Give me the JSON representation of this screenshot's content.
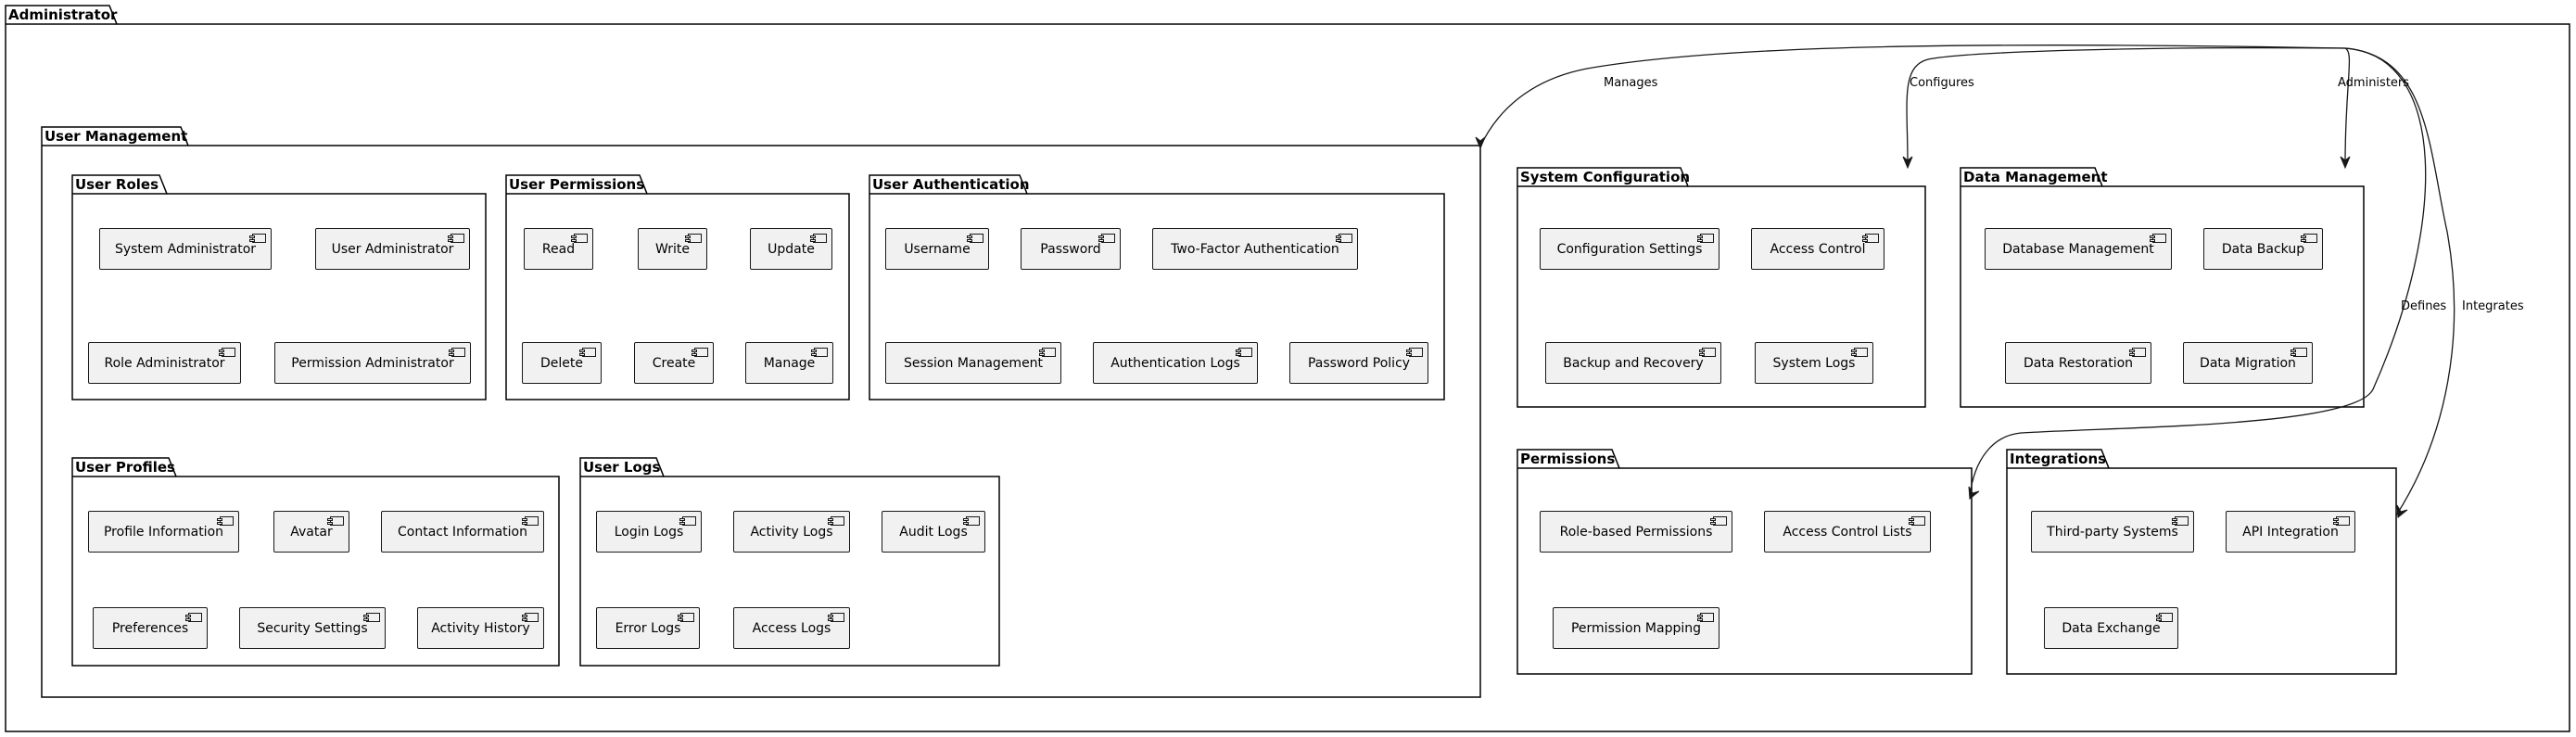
{
  "root": {
    "title": "Administrator"
  },
  "packages": {
    "user_management": {
      "title": "User Management"
    },
    "user_roles": {
      "title": "User Roles",
      "components": [
        "System Administrator",
        "User Administrator",
        "Role Administrator",
        "Permission Administrator"
      ]
    },
    "user_permissions": {
      "title": "User Permissions",
      "components": [
        "Read",
        "Write",
        "Update",
        "Delete",
        "Create",
        "Manage"
      ]
    },
    "user_authentication": {
      "title": "User Authentication",
      "components": [
        "Username",
        "Password",
        "Two-Factor Authentication",
        "Session Management",
        "Authentication Logs",
        "Password Policy"
      ]
    },
    "user_profiles": {
      "title": "User Profiles",
      "components": [
        "Profile Information",
        "Avatar",
        "Contact Information",
        "Preferences",
        "Security Settings",
        "Activity History"
      ]
    },
    "user_logs": {
      "title": "User Logs",
      "components": [
        "Login Logs",
        "Activity Logs",
        "Audit Logs",
        "Error Logs",
        "Access Logs"
      ]
    },
    "system_configuration": {
      "title": "System Configuration",
      "components": [
        "Configuration Settings",
        "Access Control",
        "Backup and Recovery",
        "System Logs"
      ]
    },
    "data_management": {
      "title": "Data Management",
      "components": [
        "Database Management",
        "Data Backup",
        "Data Restoration",
        "Data Migration"
      ]
    },
    "permissions": {
      "title": "Permissions",
      "components": [
        "Role-based Permissions",
        "Access Control Lists",
        "Permission Mapping"
      ]
    },
    "integrations": {
      "title": "Integrations",
      "components": [
        "Third-party Systems",
        "API Integration",
        "Data Exchange"
      ]
    }
  },
  "edges": [
    {
      "label": "Manages",
      "target": "User Management"
    },
    {
      "label": "Configures",
      "target": "System Configuration"
    },
    {
      "label": "Administers",
      "target": "Data Management"
    },
    {
      "label": "Defines",
      "target": "Permissions"
    },
    {
      "label": "Integrates",
      "target": "Integrations"
    }
  ]
}
